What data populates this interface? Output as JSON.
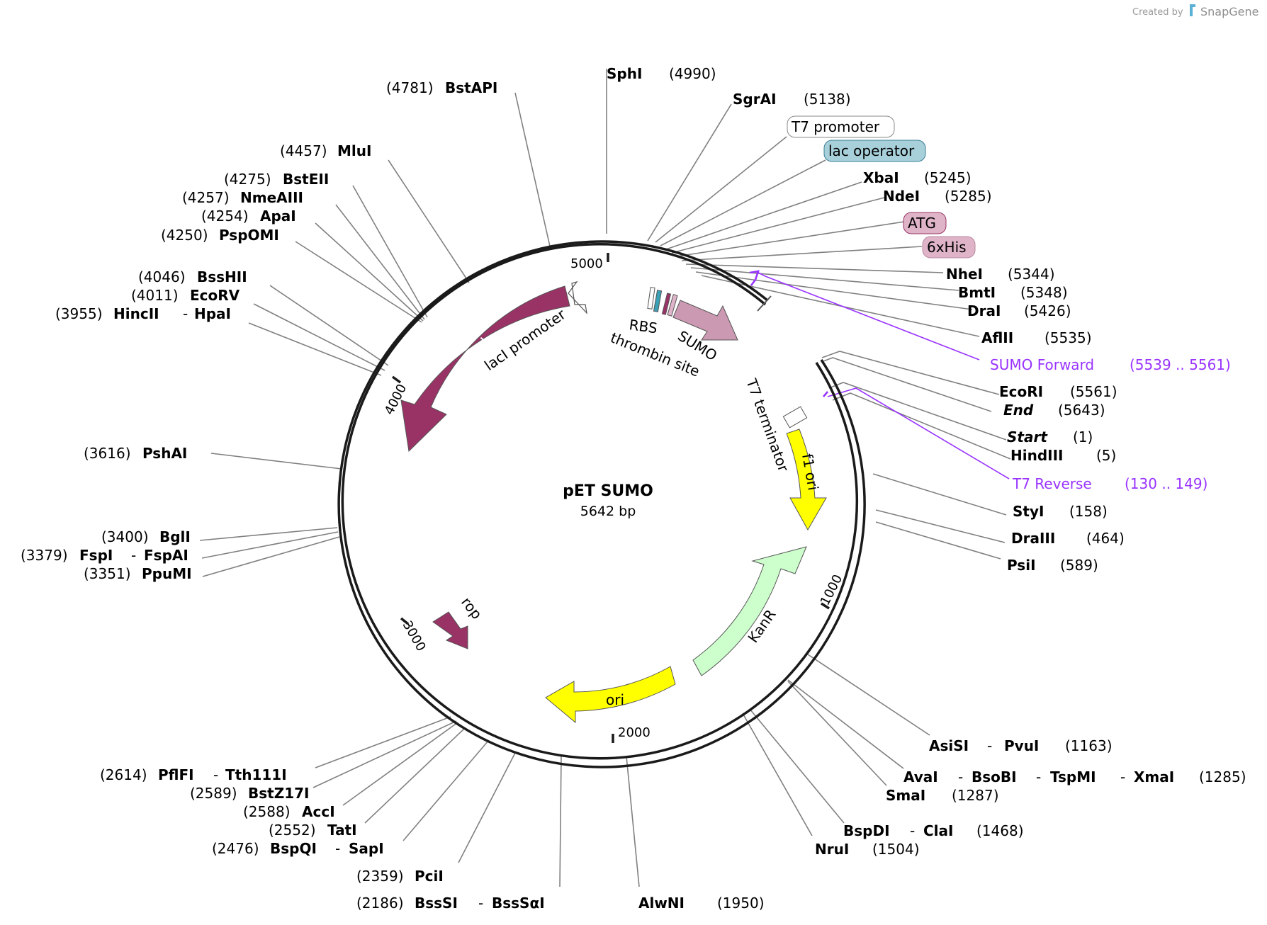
{
  "brand": {
    "created_by": "Created by",
    "app": "SnapGene"
  },
  "plasmid": {
    "name": "pET SUMO",
    "size": "5642 bp"
  },
  "ticks": [
    "5000",
    "4000",
    "3000",
    "2000",
    "1000"
  ],
  "site_labels": [
    {
      "name": "SphI",
      "pos": "(4990)"
    },
    {
      "name": "BstAPI",
      "pos": "(4781)"
    },
    {
      "name": "SgrAI",
      "pos": "(5138)"
    },
    {
      "name": "MluI",
      "pos": "(4457)"
    },
    {
      "name": "BstEII",
      "pos": "(4275)"
    },
    {
      "name": "NmeAIII",
      "pos": "(4257)"
    },
    {
      "name": "ApaI",
      "pos": "(4254)"
    },
    {
      "name": "PspOMI",
      "pos": "(4250)"
    },
    {
      "name": "XbaI",
      "pos": "(5245)"
    },
    {
      "name": "NdeI",
      "pos": "(5285)"
    },
    {
      "name": "NheI",
      "pos": "(5344)"
    },
    {
      "name": "BmtI",
      "pos": "(5348)"
    },
    {
      "name": "DraI",
      "pos": "(5426)"
    },
    {
      "name": "AflII",
      "pos": "(5535)"
    },
    {
      "name": "BssHII",
      "pos": "(4046)"
    },
    {
      "name": "EcoRV",
      "pos": "(4011)"
    },
    {
      "name": "HincII",
      "name2": "HpaI",
      "pos": "(3955)"
    },
    {
      "name": "EcoRI",
      "pos": "(5561)"
    },
    {
      "name": "End",
      "pos": "(5643)"
    },
    {
      "name": "Start",
      "pos": "(1)"
    },
    {
      "name": "HindIII",
      "pos": "(5)"
    },
    {
      "name": "PshAI",
      "pos": "(3616)"
    },
    {
      "name": "StyI",
      "pos": "(158)"
    },
    {
      "name": "DraIII",
      "pos": "(464)"
    },
    {
      "name": "PsiI",
      "pos": "(589)"
    },
    {
      "name": "BglI",
      "pos": "(3400)"
    },
    {
      "name": "FspI",
      "name2": "FspAI",
      "pos": "(3379)"
    },
    {
      "name": "PpuMI",
      "pos": "(3351)"
    },
    {
      "name": "AsiSI",
      "name2": "PvuI",
      "pos": "(1163)"
    },
    {
      "name": "AvaI",
      "name2": "BsoBI",
      "name3": "TspMI",
      "name4": "XmaI",
      "pos": "(1285)"
    },
    {
      "name": "SmaI",
      "pos": "(1287)"
    },
    {
      "name": "BspDI",
      "name2": "ClaI",
      "pos": "(1468)"
    },
    {
      "name": "NruI",
      "pos": "(1504)"
    },
    {
      "name": "PflFI",
      "name2": "Tth111I",
      "pos": "(2614)"
    },
    {
      "name": "BstZ17I",
      "pos": "(2589)"
    },
    {
      "name": "AccI",
      "pos": "(2588)"
    },
    {
      "name": "TatI",
      "pos": "(2552)"
    },
    {
      "name": "BspQI",
      "name2": "SapI",
      "pos": "(2476)"
    },
    {
      "name": "PciI",
      "pos": "(2359)"
    },
    {
      "name": "BssSI",
      "name2": "BssSαI",
      "pos": "(2186)"
    },
    {
      "name": "AlwNI",
      "pos": "(1950)"
    }
  ],
  "feature_boxes": [
    "T7 promoter",
    "lac operator",
    "ATG",
    "6xHis"
  ],
  "primers": [
    {
      "name": "SUMO Forward",
      "range": "(5539 .. 5561)"
    },
    {
      "name": "T7 Reverse",
      "range": "(130 .. 149)"
    }
  ],
  "features": [
    "lacI",
    "lacI promoter",
    "RBS",
    "SUMO",
    "thrombin site",
    "T7 terminator",
    "f1 ori",
    "KanR",
    "ori",
    "rop"
  ],
  "colors": {
    "lacI": "#993366",
    "sumo": "#cc99b2",
    "f1ori": "#ffff00",
    "kanr": "#ccffcc",
    "ori": "#ffff00",
    "rop": "#993366",
    "primer": "#9933ff",
    "lac_operator_box": "#a8d0da",
    "atg_box": "#e0b4c8",
    "line": "#808080",
    "backbone": "#1a1a1a"
  }
}
